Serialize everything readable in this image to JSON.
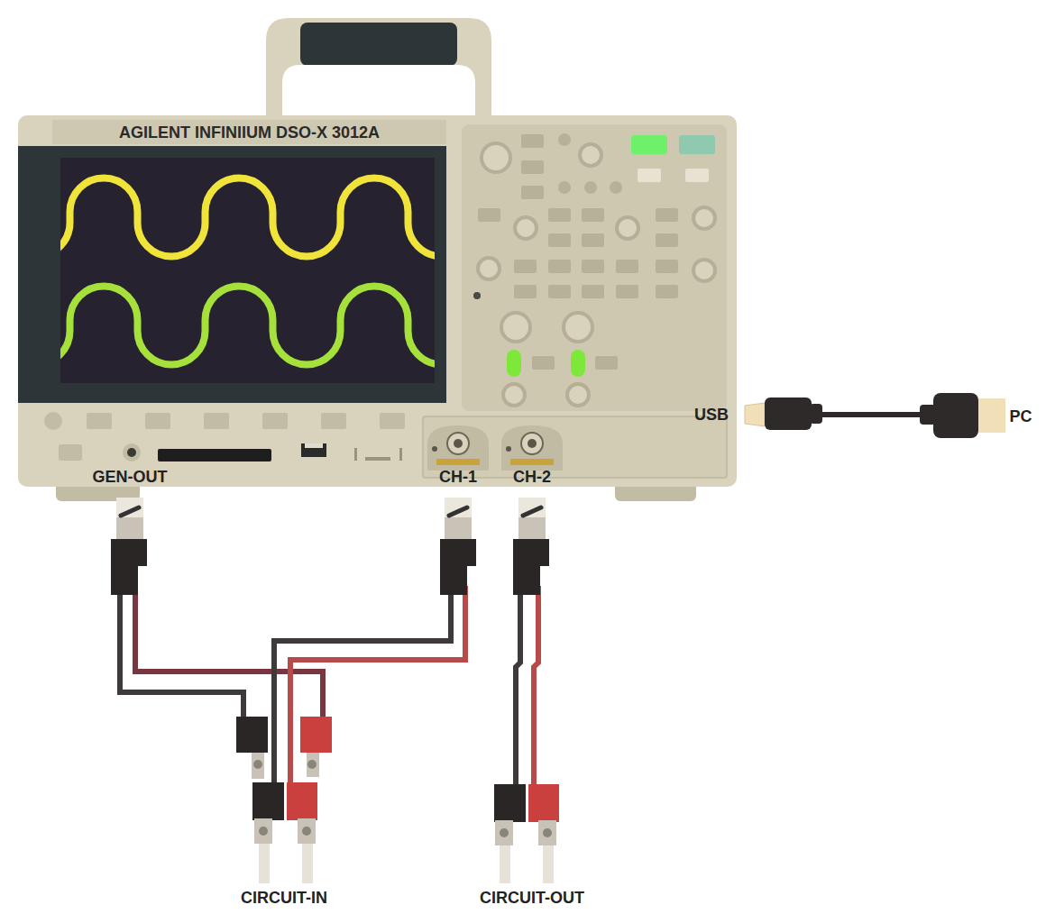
{
  "diagram": {
    "nodes": [
      {
        "text": [
          "AGILENT INFINIIUM DSO-X 3012A"
        ]
      }
    ],
    "labels": [
      "GEN-OUT",
      "CH-1",
      "CH-2",
      "USB",
      "PC",
      "CIRCUIT-IN",
      "CIRCUIT-OUT"
    ]
  }
}
